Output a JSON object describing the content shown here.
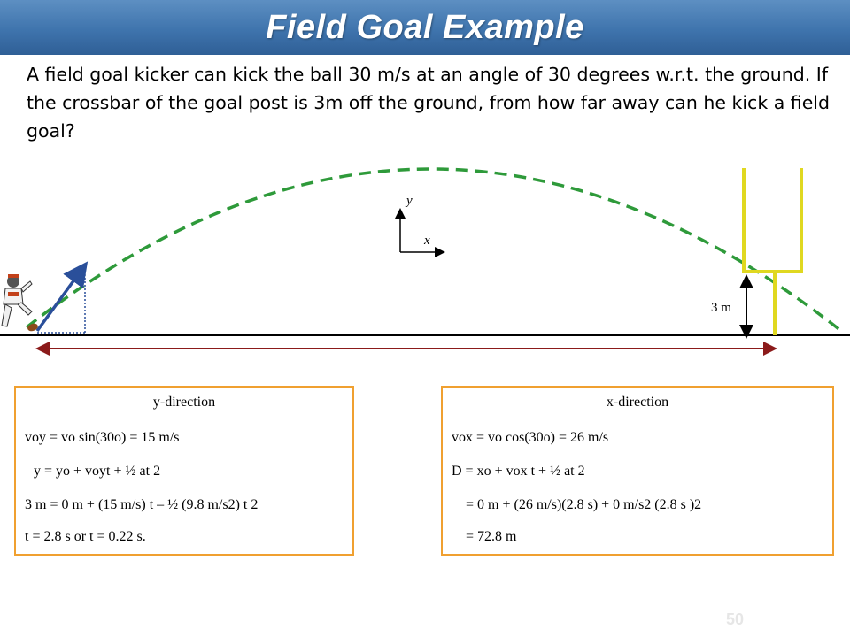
{
  "slide": {
    "title": "Field Goal Example",
    "problem_text": "A field goal kicker can kick the ball 30 m/s at an angle of 30 degrees w.r.t. the ground.  If the crossbar of the goal post is 3m off the ground, from how far away can he kick a field goal?",
    "page_number": "50"
  },
  "diagram": {
    "axis_y_label": "y",
    "axis_x_label": "x",
    "height_label": "3 m"
  },
  "y_box": {
    "heading": "y-direction",
    "line1": "voy = vo sin(30o) = 15 m/s",
    "line2": "y = yo + voyt + ½ at 2",
    "line3": "3 m  = 0 m + (15 m/s) t – ½ (9.8 m/s2) t 2",
    "line4": "t = 2.8 s   or   t = 0.22 s."
  },
  "x_box": {
    "heading": "x-direction",
    "line1": "vox = vo cos(30o) = 26 m/s",
    "line2": "D = xo + vox t + ½ at 2",
    "line3": "= 0 m + (26 m/s)(2.8 s) + 0 m/s2 (2.8 s )2",
    "line4": "= 72.8 m"
  },
  "colors": {
    "title_bar": "#3f74ad",
    "trajectory": "#2e9a3a",
    "goal_post": "#e0d820",
    "velocity_vector": "#2a4f9a",
    "distance_arrow": "#8b1a1a",
    "box_border": "#f0a030"
  },
  "icons": [
    "kicker-figure",
    "football-icon"
  ]
}
